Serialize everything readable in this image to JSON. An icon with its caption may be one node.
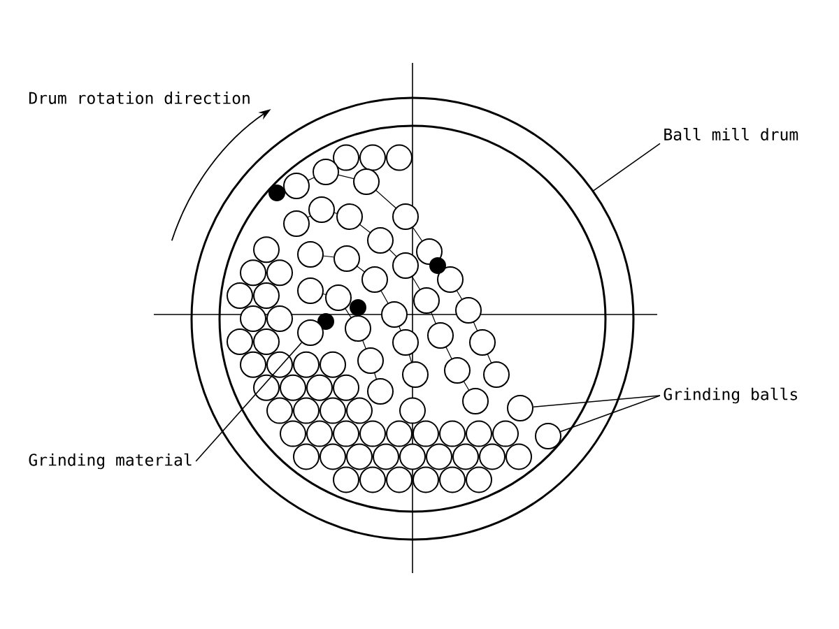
{
  "diagram": {
    "nodes": [
      {
        "text": [
          "Ball mill drum"
        ]
      },
      {
        "text": [],
        "shape": "circle"
      },
      {
        "text": [
          "Grinding balls"
        ]
      },
      {
        "text": [],
        "shape": "circle",
        "in": 1
      },
      {
        "text": [],
        "shape": "circle",
        "in": 1
      },
      {
        "text": [
          "Grinding material"
        ]
      },
      {
        "text": [],
        "shape": "circle",
        "in": 1
      }
    ],
    "edges": [
      {
        "from": 0,
        "to": 1,
        "arrow": "none"
      },
      {
        "from": 2,
        "to": 3,
        "arrow": "none"
      },
      {
        "from": 2,
        "to": 4,
        "arrow": "none"
      },
      {
        "from": 5,
        "to": 6,
        "arrow": "none"
      }
    ],
    "labels": [
      "Drum rotation direction"
    ]
  }
}
